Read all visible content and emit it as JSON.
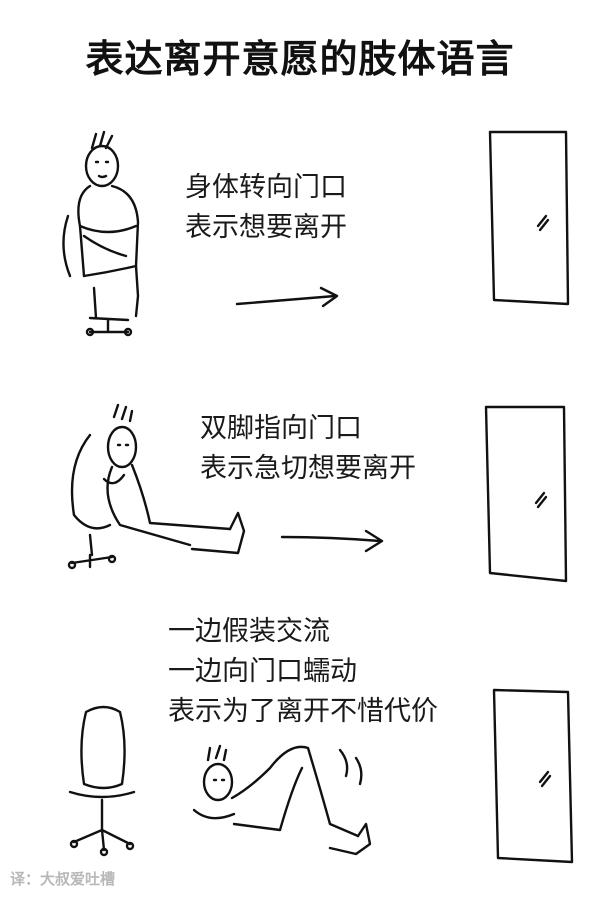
{
  "title": "表达离开意愿的肢体语言",
  "panels": [
    {
      "caption_lines": [
        "身体转向门口",
        "表示想要离开"
      ]
    },
    {
      "caption_lines": [
        "双脚指向门口",
        "表示急切想要离开"
      ]
    },
    {
      "caption_lines": [
        "一边假装交流",
        "一边向门口蠕动",
        "表示为了离开不惜代价"
      ]
    }
  ],
  "credit": "译：大叔爱吐槽",
  "icons": [
    "person-seated-icon",
    "arrow-right-icon",
    "door-icon",
    "office-chair-icon",
    "person-crawling-icon"
  ],
  "colors": {
    "ink": "#111111",
    "background": "#ffffff",
    "credit": "#b8b8b8"
  }
}
